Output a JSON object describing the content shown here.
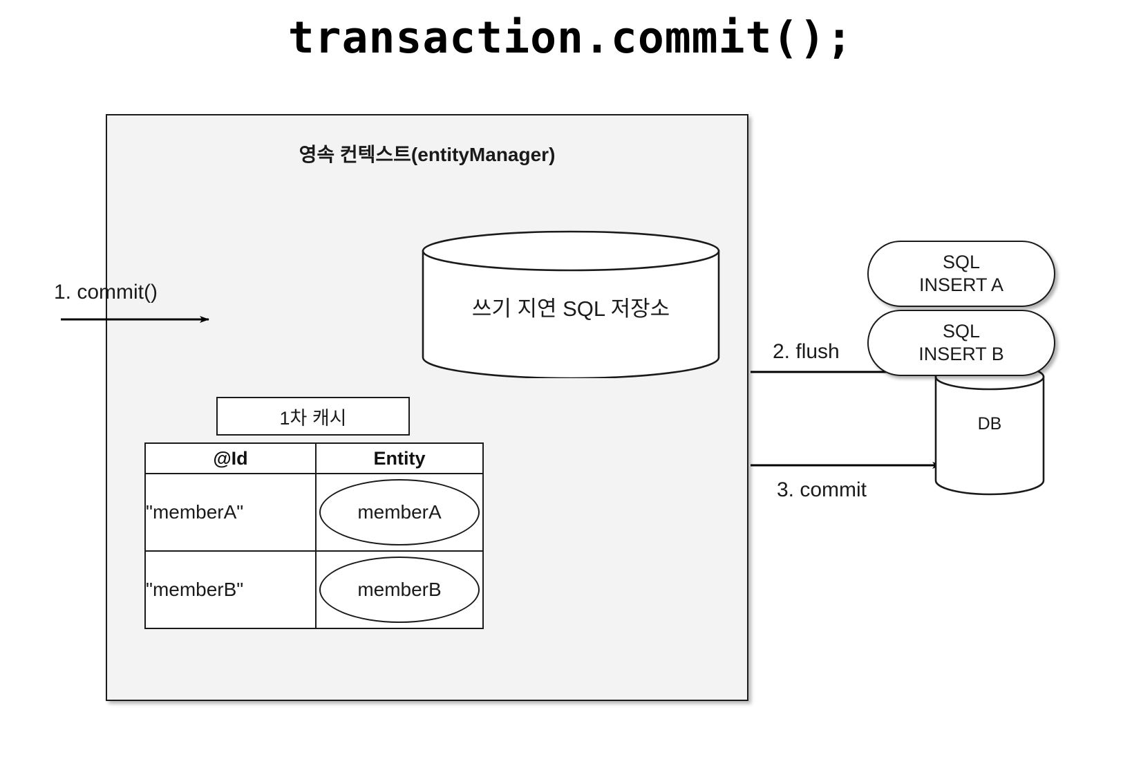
{
  "title": "transaction.commit();",
  "persistence_context": {
    "heading": "영속 컨텍스트(entityManager)",
    "sql_store": {
      "label": "쓰기 지연 SQL 저장소"
    },
    "first_level_cache": {
      "tab_label": "1차 캐시",
      "columns": [
        "@Id",
        "Entity"
      ],
      "rows": [
        {
          "id": "\"memberA\"",
          "entity": "memberA"
        },
        {
          "id": "\"memberB\"",
          "entity": "memberB"
        }
      ]
    }
  },
  "flow_labels": {
    "step1": "1. commit()",
    "step2": "2. flush",
    "step3": "3. commit"
  },
  "database": {
    "sql_statements": [
      {
        "line1": "SQL",
        "line2": "INSERT A"
      },
      {
        "line1": "SQL",
        "line2": "INSERT B"
      }
    ],
    "db_label": "DB"
  },
  "colors": {
    "container_fill": "#f3f3f3",
    "stroke": "#1a1a1a",
    "shape_fill": "#ffffff",
    "page_background": "#ffffff"
  }
}
